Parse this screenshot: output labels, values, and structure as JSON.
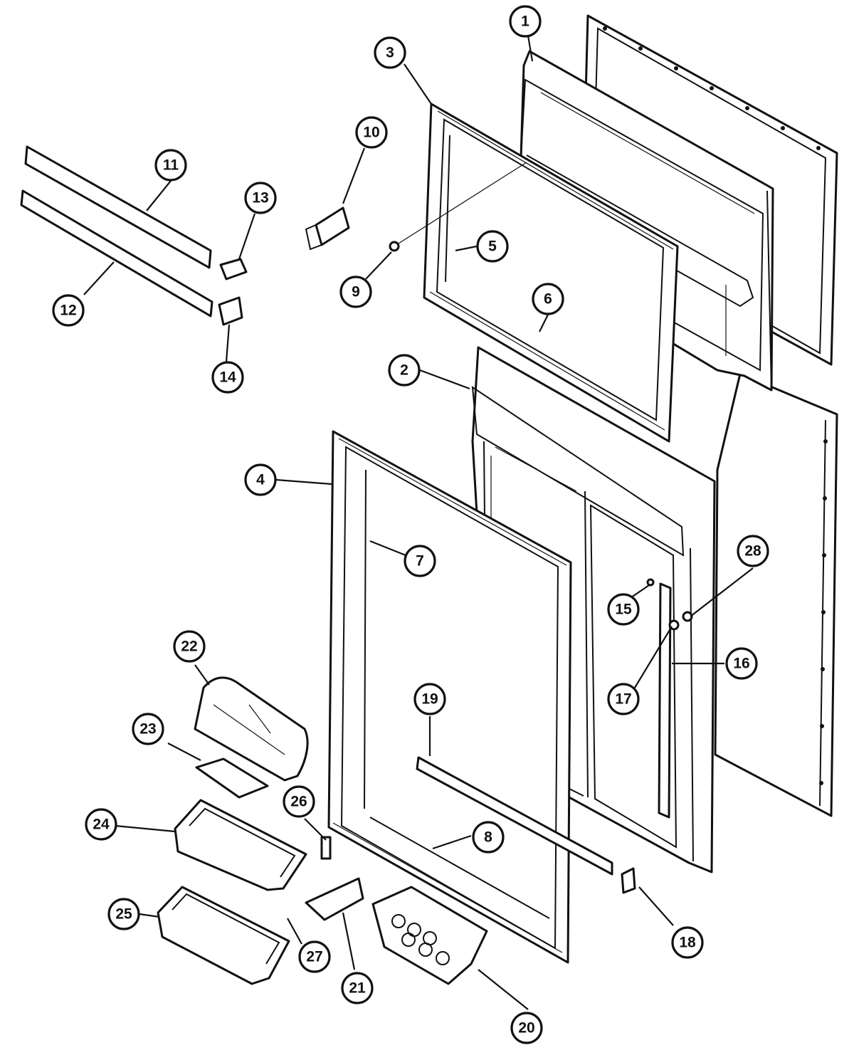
{
  "callouts": [
    {
      "label": "1"
    },
    {
      "label": "2"
    },
    {
      "label": "3"
    },
    {
      "label": "4"
    },
    {
      "label": "5"
    },
    {
      "label": "6"
    },
    {
      "label": "7"
    },
    {
      "label": "8"
    },
    {
      "label": "9"
    },
    {
      "label": "10"
    },
    {
      "label": "11"
    },
    {
      "label": "12"
    },
    {
      "label": "13"
    },
    {
      "label": "14"
    },
    {
      "label": "15"
    },
    {
      "label": "16"
    },
    {
      "label": "17"
    },
    {
      "label": "18"
    },
    {
      "label": "19"
    },
    {
      "label": "20"
    },
    {
      "label": "21"
    },
    {
      "label": "22"
    },
    {
      "label": "23"
    },
    {
      "label": "24"
    },
    {
      "label": "25"
    },
    {
      "label": "26"
    },
    {
      "label": "27"
    },
    {
      "label": "28"
    }
  ],
  "colors": {
    "line": "#111111",
    "background": "#ffffff"
  }
}
